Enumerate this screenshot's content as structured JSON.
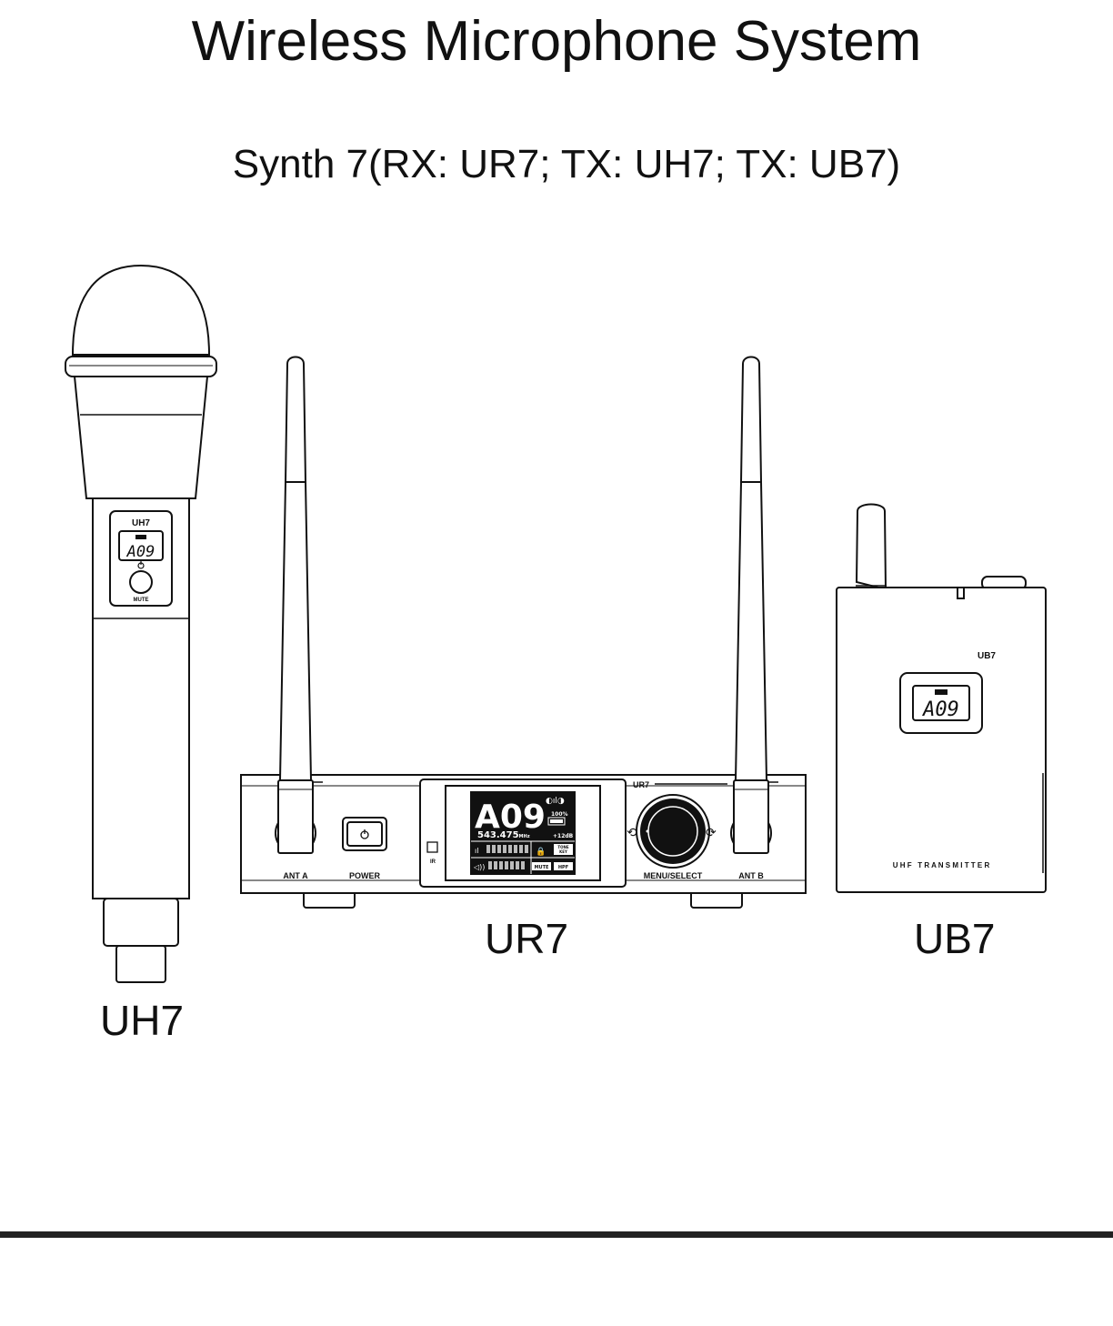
{
  "title": "Wireless Microphone System",
  "subtitle": "Synth 7(RX: UR7; TX: UH7; TX: UB7)",
  "devices": {
    "handheld": {
      "caption": "UH7",
      "badge": "UH7",
      "display": "A09",
      "mute_label": "MUTE"
    },
    "receiver": {
      "caption": "UR7",
      "badge": "UR7",
      "ant_a_label": "ANT A",
      "ant_b_label": "ANT B",
      "power_label": "POWER",
      "ir_label": "IR",
      "menu_label": "MENU/SELECT",
      "screen": {
        "channel": "A09",
        "frequency": "543.475",
        "freq_unit": "MHz",
        "battery": "100%",
        "gain": "+12dB",
        "tone_key_line1": "TONE",
        "tone_key_line2": "KEY",
        "mute": "MUTE",
        "hpf": "HPF"
      }
    },
    "bodypack": {
      "caption": "UB7",
      "badge": "UB7",
      "display": "A09",
      "footer": "U H F   T R A N S M I T T E R"
    }
  }
}
